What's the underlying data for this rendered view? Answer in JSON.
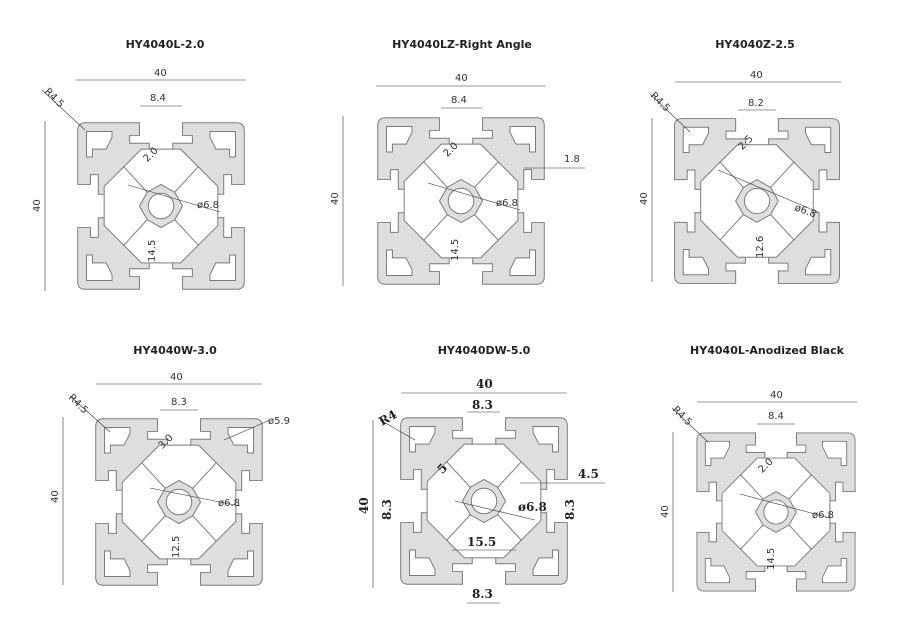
{
  "profiles": [
    {
      "title": "HY4040L-2.0",
      "width": "40",
      "height": "40",
      "slot": "8.4",
      "web": "2.0",
      "hole": "ø6.8",
      "depth": "14.5",
      "radius": "R4.5"
    },
    {
      "title": "HY4040LZ-Right Angle",
      "width": "40",
      "height": "40",
      "slot": "8.4",
      "web": "2.0",
      "hole": "ø6.8",
      "depth": "14.5",
      "wall": "1.8"
    },
    {
      "title": "HY4040Z-2.5",
      "width": "40",
      "height": "40",
      "slot": "8.2",
      "web": "2.5",
      "hole": "ø6.8",
      "depth": "12.6",
      "radius": "R4.5"
    },
    {
      "title": "HY4040W-3.0",
      "width": "40",
      "height": "40",
      "slot": "8.3",
      "web": "3.0",
      "hole": "ø6.8",
      "depth": "12.5",
      "radius": "R4.5",
      "corner_hole": "ø5.9"
    },
    {
      "title": "HY4040DW-5.0",
      "width": "40",
      "height": "40",
      "slot": "8.3",
      "web": "5",
      "hole": "ø6.8",
      "radius": "R4",
      "wall": "4.5",
      "side_slot_left": "8.3",
      "side_slot_right": "8.3",
      "bottom_gap": "15.5",
      "bottom_slot": "8.3"
    },
    {
      "title": "HY4040L-Anodized Black",
      "width": "40",
      "height": "40",
      "slot": "8.4",
      "web": "2.0",
      "hole": "ø6.8",
      "depth": "14.5",
      "radius": "R4.5"
    }
  ]
}
